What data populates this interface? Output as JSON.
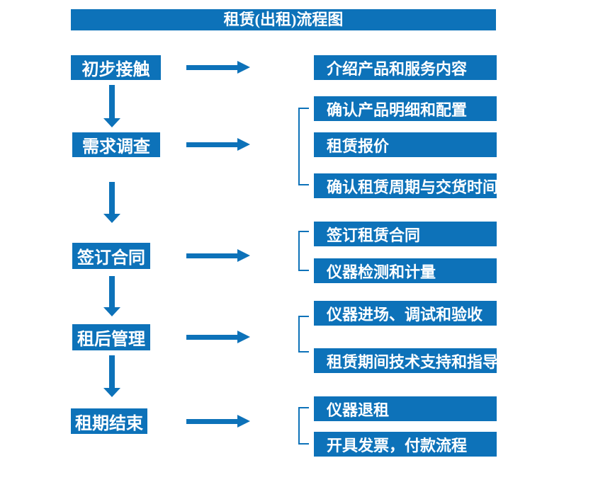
{
  "title": "租赁(出租)流程图",
  "colors": {
    "primary": "#0d72b9",
    "on_primary": "#ffffff",
    "background": "#ffffff"
  },
  "stages": [
    {
      "label": "初步接触",
      "outputs": [
        "介绍产品和服务内容"
      ]
    },
    {
      "label": "需求调查",
      "outputs": [
        "确认产品明细和配置",
        "租赁报价",
        "确认租赁周期与交货时间"
      ]
    },
    {
      "label": "签订合同",
      "outputs": [
        "签订租赁合同",
        "仪器检测和计量"
      ]
    },
    {
      "label": "租后管理",
      "outputs": [
        "仪器进场、调试和验收",
        "租赁期间技术支持和指导"
      ]
    },
    {
      "label": "租期结束",
      "outputs": [
        "仪器退租",
        "开具发票，付款流程"
      ]
    }
  ]
}
